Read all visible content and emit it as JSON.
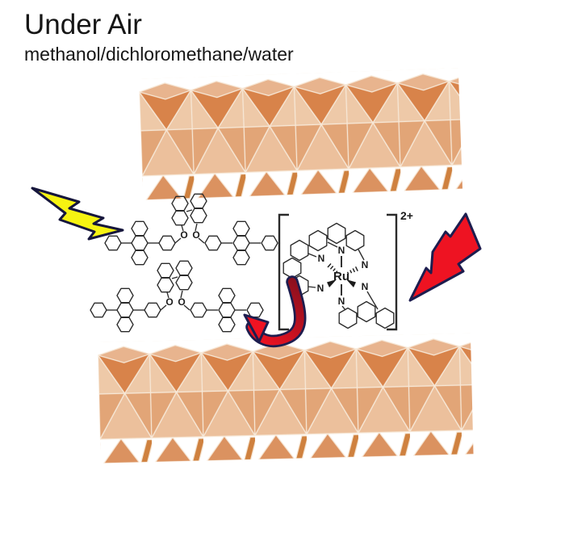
{
  "header": {
    "title": "Under Air",
    "subtitle": "methanol/dichloromethane/water"
  },
  "figure": {
    "labels": {
      "oxygen": "O",
      "nitrogen": "N",
      "ruthenium": "Ru",
      "charge": "2+"
    },
    "colors": {
      "octahedra_dark": "#d8834a",
      "octahedra_mid": "#e2a577",
      "octahedra_light": "#ecc09c",
      "octahedra_edge": "#f7e8d7",
      "lightning_yellow": "#f6f312",
      "lightning_red": "#ee1322",
      "arrow_red": "#e01225",
      "outline_navy": "#1d1d4f",
      "structure_ink": "#2a2a2a"
    }
  }
}
